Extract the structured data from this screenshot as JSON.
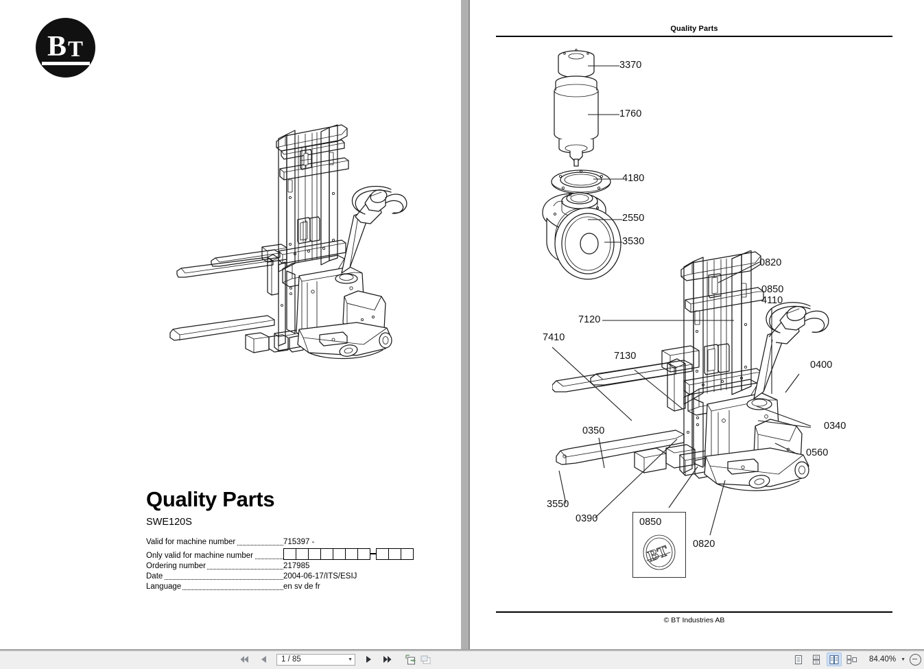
{
  "document": {
    "title": "Quality Parts",
    "model": "SWE120S",
    "brand": "BT",
    "meta": [
      {
        "label": "Valid for machine number",
        "value": "715397 -"
      },
      {
        "label": "Only valid for machine number",
        "value": "",
        "type": "boxes",
        "boxes_before": 7,
        "boxes_after": 3
      },
      {
        "label": "Ordering number",
        "value": "217985"
      },
      {
        "label": "Date",
        "value": "2004-06-17/ITS/ESIJ"
      },
      {
        "label": "Language",
        "value": " en sv de fr"
      }
    ]
  },
  "right_page": {
    "header": "Quality Parts",
    "footer": "© BT Industries AB",
    "inset": {
      "label": "0850",
      "logo": "bt-logo"
    },
    "callouts": [
      {
        "id": "c-3370",
        "text": "3370"
      },
      {
        "id": "c-1760",
        "text": "1760"
      },
      {
        "id": "c-4180",
        "text": "4180"
      },
      {
        "id": "c-2550",
        "text": "2550"
      },
      {
        "id": "c-3530",
        "text": "3530"
      },
      {
        "id": "c-0820a",
        "text": "0820"
      },
      {
        "id": "c-0850-4110",
        "text": "0850\n4110"
      },
      {
        "id": "c-7120",
        "text": "7120"
      },
      {
        "id": "c-7410",
        "text": "7410"
      },
      {
        "id": "c-7130",
        "text": "7130"
      },
      {
        "id": "c-0400",
        "text": "0400"
      },
      {
        "id": "c-0340",
        "text": "0340"
      },
      {
        "id": "c-0560",
        "text": "0560"
      },
      {
        "id": "c-0350",
        "text": "0350"
      },
      {
        "id": "c-3550",
        "text": "3550"
      },
      {
        "id": "c-0390",
        "text": "0390"
      },
      {
        "id": "c-0820b",
        "text": "0820"
      }
    ]
  },
  "toolbar": {
    "first_page_label": "first-page",
    "prev_page_label": "previous-page",
    "page_value": "1 / 85",
    "page_placeholder": "1 / 85",
    "next_page_label": "next-page",
    "last_page_label": "last-page",
    "fit_page_label": "fit-page",
    "fit_width_label": "fit-width",
    "view_modes": [
      {
        "name": "single-page-view",
        "selected": false
      },
      {
        "name": "continuous-scroll-view",
        "selected": false
      },
      {
        "name": "two-page-view",
        "selected": true
      },
      {
        "name": "book-view",
        "selected": false
      }
    ],
    "zoom_value": "84.40%"
  },
  "colors": {
    "toolbar_bg": "#efefef",
    "toolbar_border": "#9a9a9a",
    "gutter": "#b0b0b0",
    "selection": "#cfe0f5",
    "ink": "#1a1a1a",
    "page_bg": "#ffffff"
  }
}
